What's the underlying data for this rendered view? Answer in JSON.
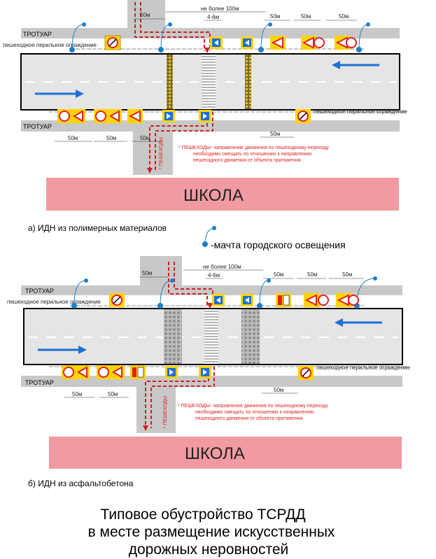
{
  "labels": {
    "sidewalk": "ТРОТУАР",
    "railing": "пешеходное перильное ограждение",
    "dist_max": "не более 100м",
    "dist_gap": "4-6м",
    "dist_50": "50м",
    "pedestrians_vertical": "* ПЕШЕХОДЫ",
    "note_line1": "* ПЕШЕХОДЫ- направление движения по пешеходному переходу",
    "note_line2": "необходимо смещать по отношению к направлению",
    "note_line3": "пешеходного движения от объекта притяжения",
    "school": "ШКОЛА"
  },
  "captions": {
    "a": "а) ИДН из полимерных материалов",
    "b": "б) ИДН из асфальтобетона",
    "legend": "-мачта городского освещения"
  },
  "title": {
    "line1": "Типовое обустройство ТСРДД",
    "line2": "в месте размещение искусственных",
    "line3": "дорожных неровностей"
  },
  "colors": {
    "road": "#e5e5e5",
    "sidewalk": "#c8c8c8",
    "school": "#f19aa2",
    "arrow": "#1f6fd6",
    "path": "#cc2222",
    "pole": "#1b7fc8",
    "sign_yellow": "#ffd400"
  },
  "icons": [
    "lamp-pole-icon",
    "traffic-arrow-icon",
    "road-sign-icon",
    "speed-bump-icon",
    "crosswalk-icon"
  ]
}
